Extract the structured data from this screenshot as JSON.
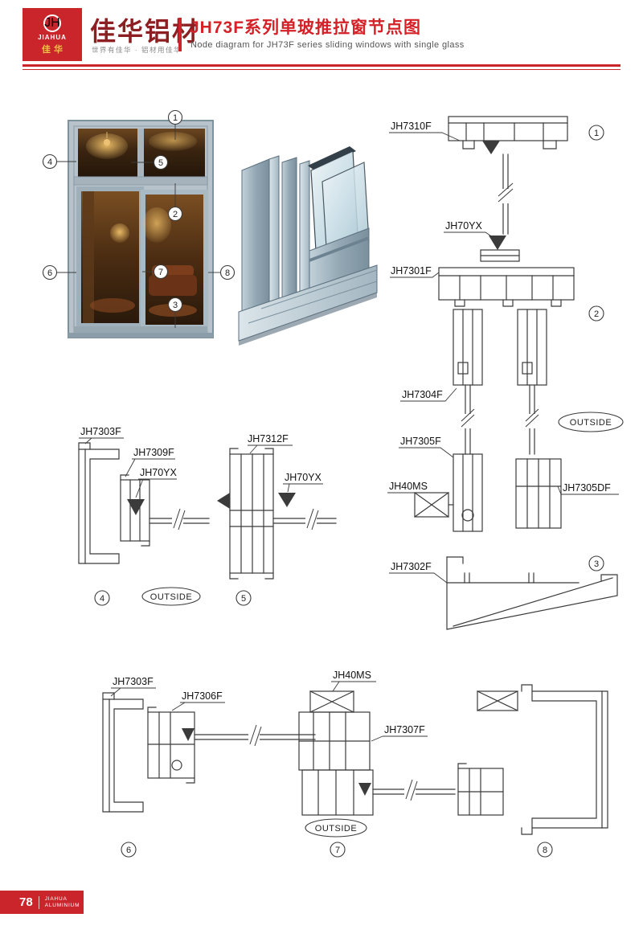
{
  "header": {
    "logo": {
      "monogram": "JH",
      "name": "JIAHUA",
      "cn": "佳华"
    },
    "brand": "佳华铝材",
    "tagline": "世界有佳华 · 铝材用佳华",
    "title_cn": "JH73F系列单玻推拉窗节点图",
    "title_en": "Node diagram for JH73F series sliding windows with single glass"
  },
  "outside_label": "OUTSIDE",
  "callouts": {
    "c1": "1",
    "c2": "2",
    "c3": "3",
    "c4": "4",
    "c5": "5",
    "c6": "6",
    "c7": "7",
    "c8": "8"
  },
  "right_section": {
    "jh7310f": "JH7310F",
    "jh70yx": "JH70YX",
    "jh7301f": "JH7301F",
    "jh7304f": "JH7304F",
    "jh7305f": "JH7305F",
    "jh40ms": "JH40MS",
    "jh7305df": "JH7305DF",
    "jh7302f": "JH7302F"
  },
  "mid_section": {
    "jh7303f": "JH7303F",
    "jh7309f": "JH7309F",
    "jh70yx_a": "JH70YX",
    "jh7312f": "JH7312F",
    "jh70yx_b": "JH70YX"
  },
  "bottom_section": {
    "jh7303f": "JH7303F",
    "jh7306f": "JH7306F",
    "jh40ms": "JH40MS",
    "jh7307f": "JH7307F"
  },
  "footer": {
    "page": "78",
    "brand_top": "JIAHUA",
    "brand_bottom": "ALUMINIUM"
  }
}
